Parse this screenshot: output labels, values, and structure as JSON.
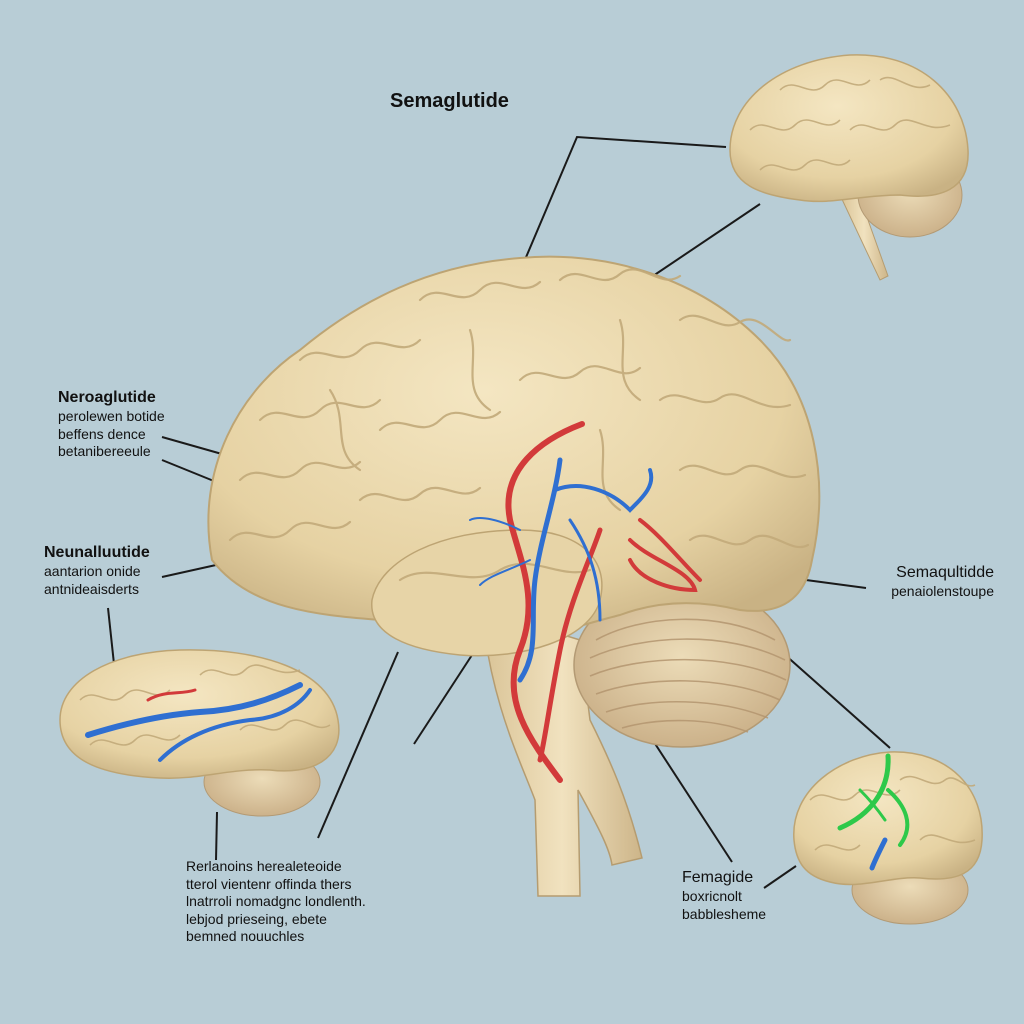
{
  "title": "Semaglutide",
  "labels": {
    "upper_left": {
      "heading": "Neroaglutide",
      "lines": [
        "perolewen botide",
        "beffens dence",
        "betanibereeule"
      ]
    },
    "mid_left": {
      "heading": "Neunalluutide",
      "lines": [
        "aantarion onide",
        "antnideaisderts"
      ]
    },
    "right": {
      "heading": "Semaqultidde",
      "lines": [
        "penaiolenstoupe"
      ]
    },
    "bottom_left": {
      "lines": [
        "Rerlanoins herealeteoide",
        "tterol vientenr offinda thers",
        "lnatrroli nomadgnc londlenth.",
        "lebjod prieseing, ebete",
        "bemned nouuchles"
      ]
    },
    "bottom_right": {
      "heading": "Femagide",
      "lines": [
        "boxricnolt",
        "babblesheme"
      ]
    }
  },
  "colors": {
    "background": "#b8cdd6",
    "brain": "#ead8ae",
    "brain_shadow": "#c8b283",
    "artery": "#d23a3a",
    "vein": "#2f6fd1",
    "nerve_green": "#2ec94a",
    "leader_line": "#1a1a1a"
  }
}
